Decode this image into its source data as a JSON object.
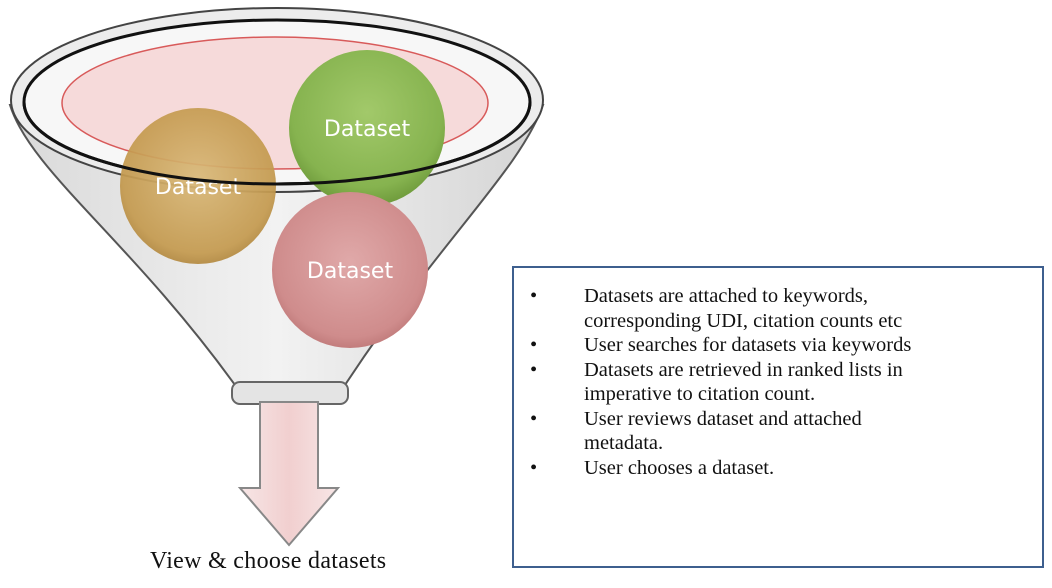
{
  "funnel": {
    "bubbles": [
      {
        "label": "Dataset",
        "color": "#8db85a"
      },
      {
        "label": "Dataset",
        "color": "#c89f5a"
      },
      {
        "label": "Dataset",
        "color": "#d49494"
      }
    ],
    "output_label": "View  & choose datasets"
  },
  "info_box": {
    "items": [
      {
        "lines": [
          "Datasets are attached to keywords,",
          "corresponding UDI, citation counts etc"
        ]
      },
      {
        "lines": [
          "User searches for datasets via keywords"
        ]
      },
      {
        "lines": [
          "Datasets are retrieved in ranked lists in",
          "imperative to citation count."
        ]
      },
      {
        "lines": [
          "User reviews dataset and attached",
          "metadata."
        ]
      },
      {
        "lines": [
          "User chooses a dataset."
        ]
      }
    ],
    "bullet": "•"
  },
  "colors": {
    "box_border": "#3e5f8e",
    "funnel_fill": "#e6e6e6",
    "inner_rim": "#d85a5a",
    "arrow_fill": "#f4d6d6"
  }
}
